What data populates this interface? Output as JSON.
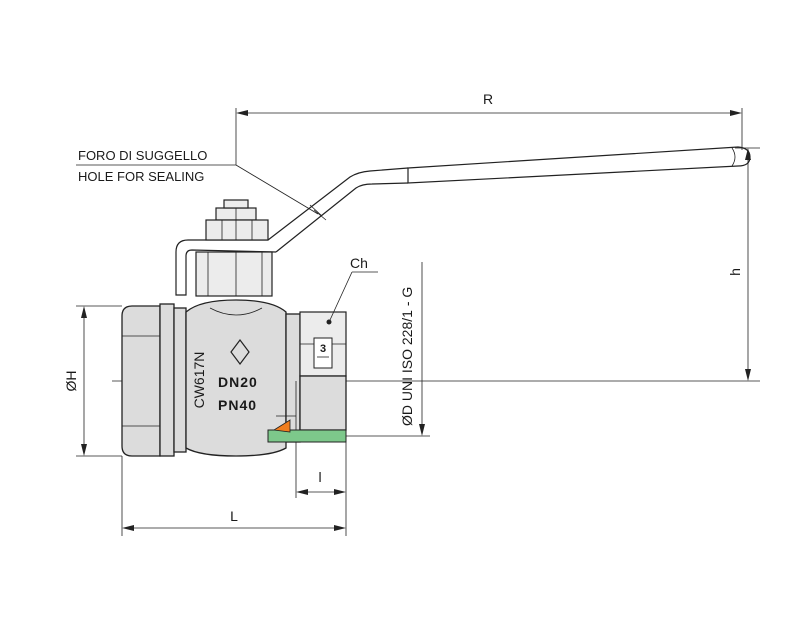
{
  "labels": {
    "dim_R": "R",
    "dim_h": "h",
    "dim_H": "ØH",
    "dim_L": "L",
    "dim_l": "l",
    "dim_Ch": "Ch",
    "dim_D": "ØD UNI ISO 228/1 - G",
    "sealing_it": "FORO DI SUGGELLO",
    "sealing_en": "HOLE FOR SEALING",
    "marking_material": "CW617N",
    "marking_dn": "DN20",
    "marking_pn": "PN40",
    "marking_badge": "3"
  },
  "colors": {
    "line": "#222222",
    "body": "#dcdcdc",
    "green_seal": "#7dc88b",
    "orange_seal": "#f07d1e"
  }
}
